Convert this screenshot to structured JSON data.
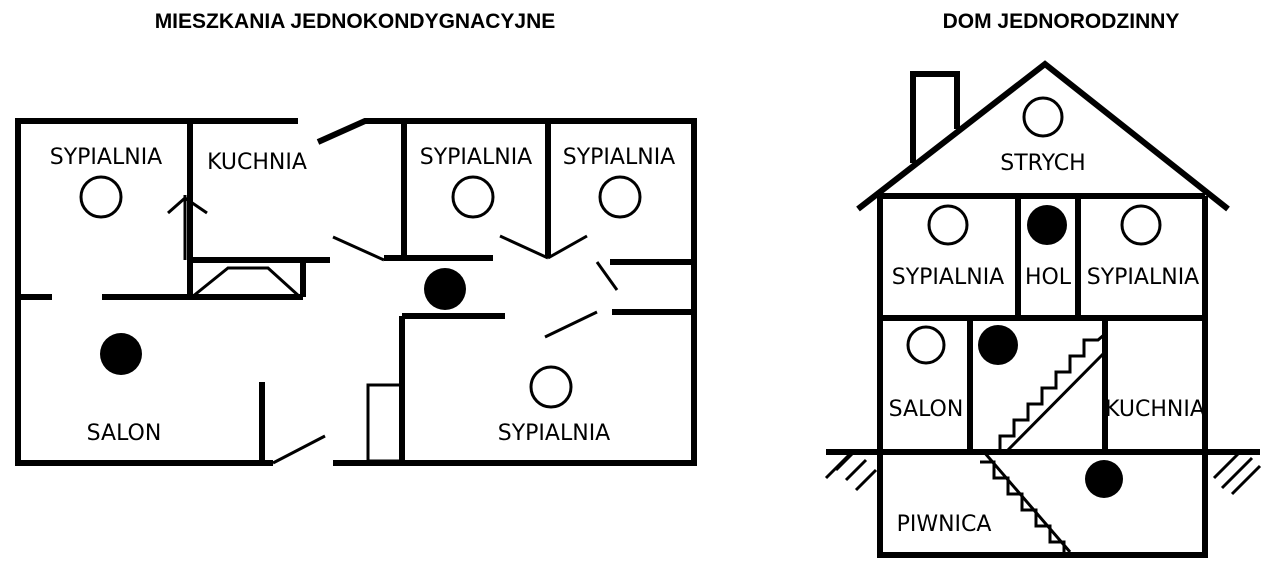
{
  "left_plan": {
    "title": "MIESZKANIA JEDNOKONDYGNACYJNE",
    "rooms": {
      "sypialnia_1": "SYPIALNIA",
      "kuchnia": "KUCHNIA",
      "sypialnia_2": "SYPIALNIA",
      "sypialnia_3": "SYPIALNIA",
      "salon": "SALON",
      "sypialnia_4": "SYPIALNIA"
    }
  },
  "right_plan": {
    "title": "DOM JEDNORODZINNY",
    "rooms": {
      "strych": "STRYCH",
      "sypialnia_1": "SYPIALNIA",
      "hol": "HOL",
      "sypialnia_2": "SYPIALNIA",
      "salon": "SALON",
      "kuchnia": "KUCHNIA",
      "piwnica": "PIWNICA"
    }
  },
  "colors": {
    "line": "#000000",
    "background": "#ffffff"
  }
}
